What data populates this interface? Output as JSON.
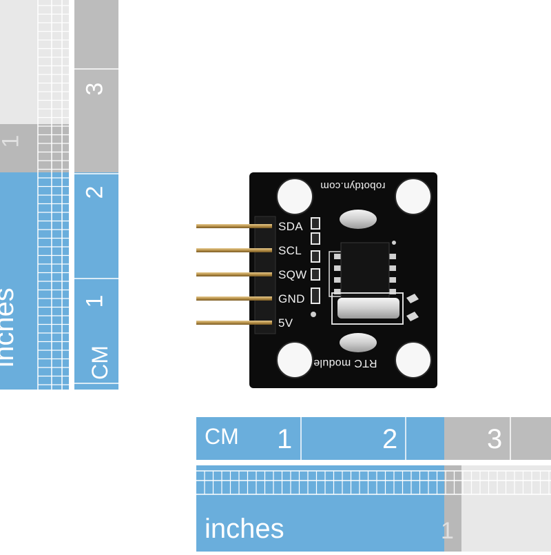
{
  "vertical_ruler": {
    "cm_label": "CM",
    "inches_label": "inches",
    "cm_numbers": [
      "1",
      "2",
      "3"
    ],
    "inch_numbers": [
      "1"
    ]
  },
  "horizontal_ruler": {
    "cm_label": "CM",
    "inches_label": "inches",
    "cm_numbers": [
      "1",
      "2",
      "3"
    ],
    "inch_numbers": [
      "1"
    ]
  },
  "board": {
    "brand": "robotdyn.com",
    "module_name": "RTC module",
    "pins": [
      "SDA",
      "SCL",
      "SQW",
      "GND",
      "5V"
    ]
  },
  "colors": {
    "ruler_blue": "#6aaedc",
    "ruler_gray": "#b4b4b4",
    "ruler_light": "#e6e6e6",
    "pcb": "#0c0c0c",
    "pin_gold": "#b8924a"
  }
}
